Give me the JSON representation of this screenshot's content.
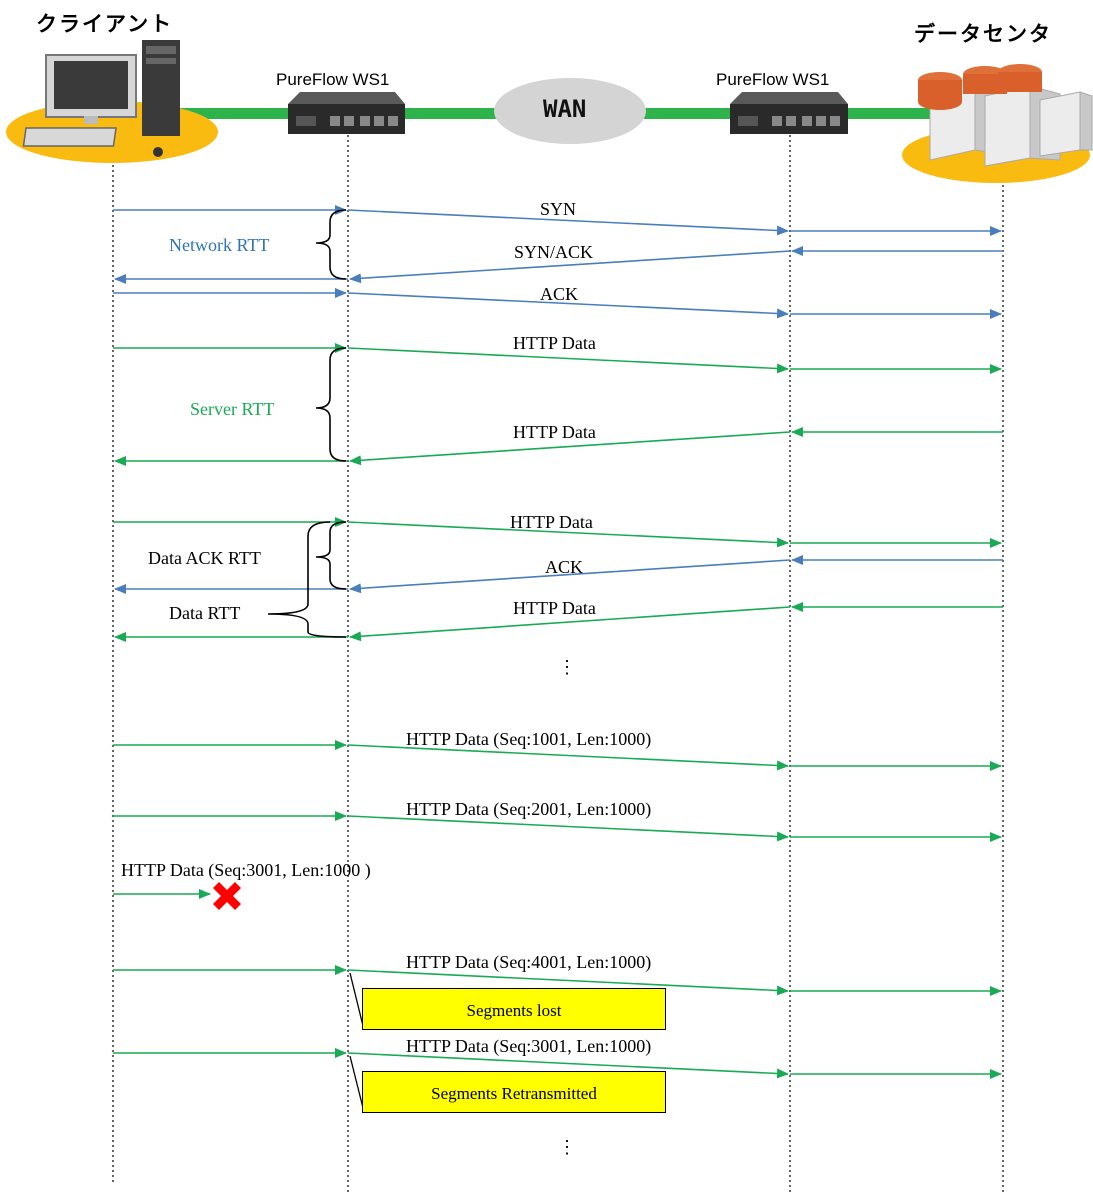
{
  "headers": {
    "client": "クライアント",
    "datacenter": "データセンタ"
  },
  "devices": {
    "left": "PureFlow WS1",
    "right": "PureFlow WS1",
    "wan": "WAN"
  },
  "icons": [
    "client-pc-icon",
    "pureflow-device-icon",
    "wan-cloud-icon",
    "server-rack-icon",
    "packet-lost-icon"
  ],
  "colors": {
    "blue": "#4a7ebb",
    "green": "#1aaa55",
    "link": "#2db34a",
    "note": "#ffff00"
  },
  "messages": {
    "syn": "SYN",
    "synack": "SYN/ACK",
    "ack1": "ACK",
    "http1": "HTTP Data",
    "http2": "HTTP Data",
    "http3": "HTTP Data",
    "ack2": "ACK",
    "http4": "HTTP Data",
    "ellipsis1": "⋮",
    "seq1001": "HTTP Data (Seq:1001, Len:1000)",
    "seq2001": "HTTP Data (Seq:2001, Len:1000)",
    "seq3001lost": "HTTP Data (Seq:3001, Len:1000 )",
    "seq4001": "HTTP Data (Seq:4001, Len:1000)",
    "seq3001retx": "HTTP Data (Seq:3001, Len:1000)",
    "ellipsis2": "⋮"
  },
  "rtt": {
    "network": "Network RTT",
    "server": "Server RTT",
    "data_ack": "Data ACK RTT",
    "data": "Data RTT"
  },
  "notes": {
    "lost": "Segments lost",
    "retx": "Segments Retransmitted"
  }
}
